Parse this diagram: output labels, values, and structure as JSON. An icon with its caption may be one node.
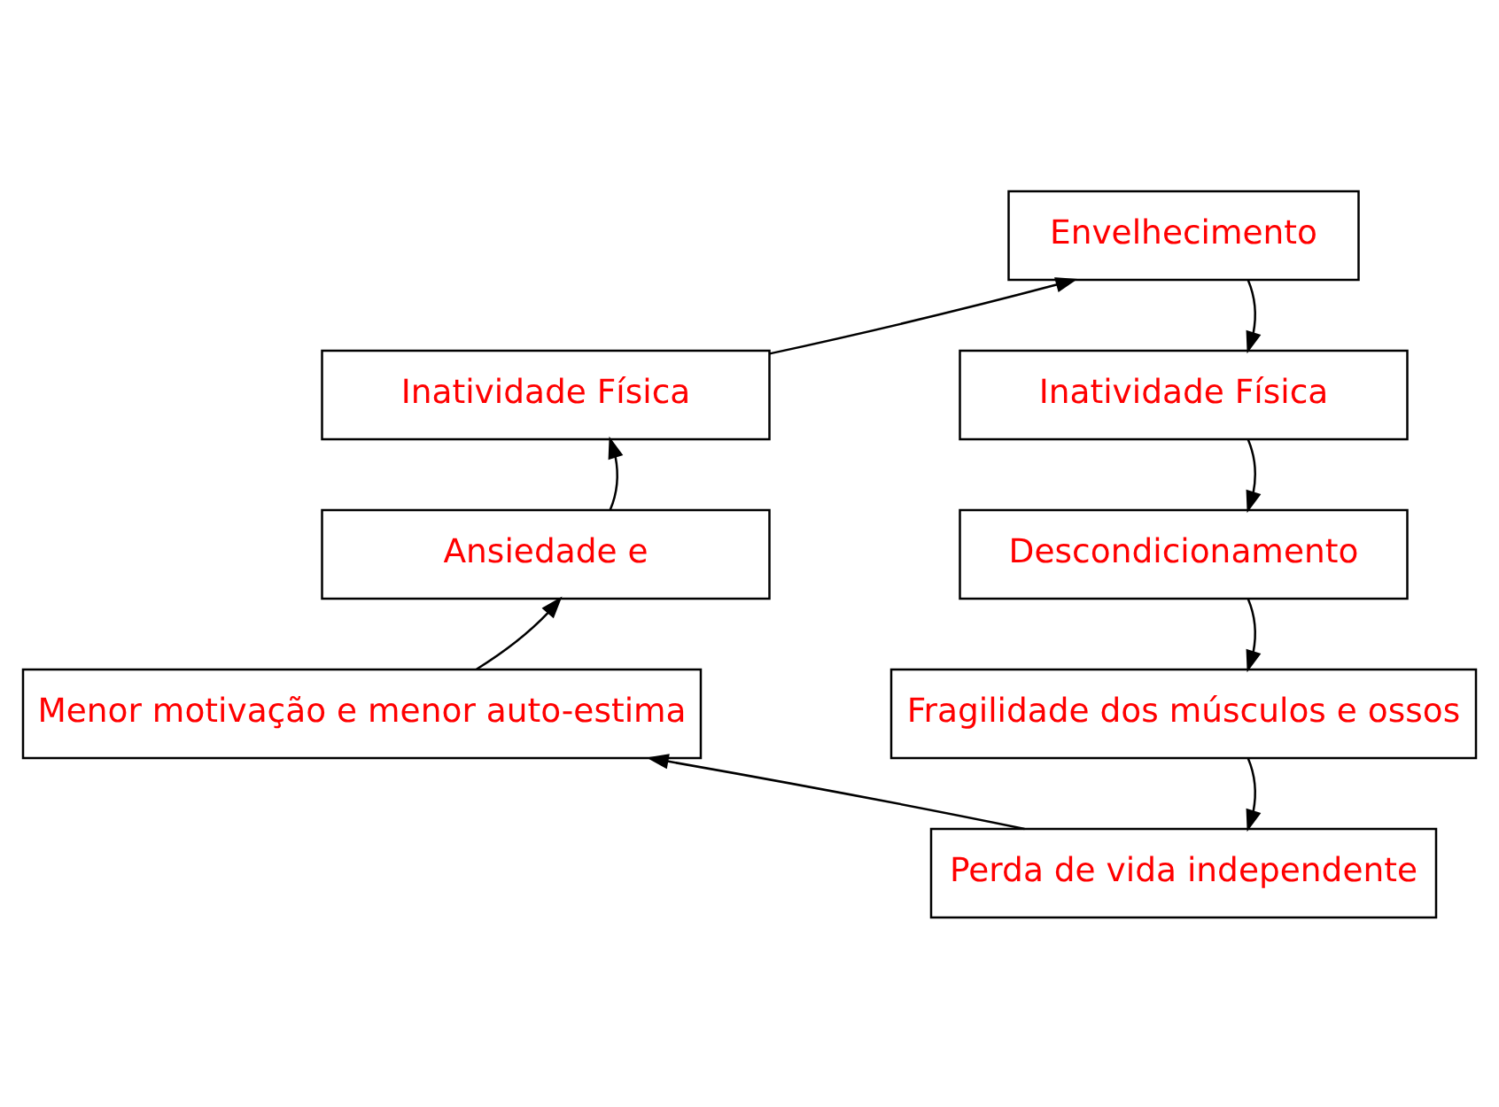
{
  "diagram": {
    "nodes": [
      {
        "text": [
          "Envelhecimento"
        ]
      },
      {
        "text": [
          "Inatividade Física"
        ]
      },
      {
        "text": [
          "Inatividade Física"
        ]
      },
      {
        "text": [
          "Ansiedade e"
        ]
      },
      {
        "text": [
          "Descondicionamento"
        ]
      },
      {
        "text": [
          "Menor motivação e menor auto-estima"
        ]
      },
      {
        "text": [
          "Fragilidade dos músculos e ossos"
        ]
      },
      {
        "text": [
          "Perda de vida independente"
        ]
      }
    ],
    "edges": [
      {
        "from": 0,
        "to": 2,
        "arrow": "to"
      },
      {
        "from": 2,
        "to": 4,
        "arrow": "to"
      },
      {
        "from": 4,
        "to": 6,
        "arrow": "to"
      },
      {
        "from": 6,
        "to": 7,
        "arrow": "to"
      },
      {
        "from": 7,
        "to": 5,
        "arrow": "to"
      },
      {
        "from": 5,
        "to": 3,
        "arrow": "to"
      },
      {
        "from": 3,
        "to": 1,
        "arrow": "to"
      },
      {
        "from": 1,
        "to": 0,
        "arrow": "to"
      }
    ]
  }
}
